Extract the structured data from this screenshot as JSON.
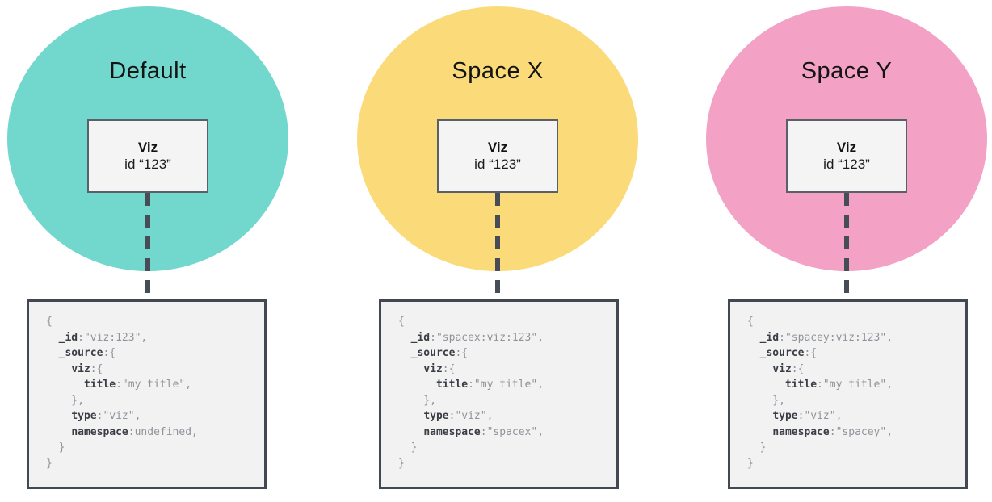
{
  "figure": {
    "description": "Three saved-object spaces diagram",
    "colors": {
      "connector": "#474d57",
      "code_box_border": "#434953",
      "code_box_bg": "#f2f2f3",
      "viz_box_border": "#5a6067",
      "viz_box_bg": "#f4f4f4",
      "code_key": "#3b3e45",
      "code_plain": "#90949a"
    },
    "columns": [
      {
        "title": "Default",
        "circle_color": "#72d7cd",
        "viz_label": "Viz",
        "viz_id": "id “123”",
        "code_lines": [
          "{",
          "  _id:\"viz:123\",",
          "  _source:{",
          "    viz:{",
          "      title:\"my title\",",
          "    },",
          "    type:\"viz\",",
          "    namespace:undefined,",
          "  }",
          "}"
        ]
      },
      {
        "title": "Space X",
        "circle_color": "#fbda79",
        "viz_label": "Viz",
        "viz_id": "id “123”",
        "code_lines": [
          "{",
          "  _id:\"spacex:viz:123\",",
          "  _source:{",
          "    viz:{",
          "      title:\"my title\",",
          "    },",
          "    type:\"viz\",",
          "    namespace:\"spacex\",",
          "  }",
          "}"
        ]
      },
      {
        "title": "Space Y",
        "circle_color": "#f3a2c6",
        "viz_label": "Viz",
        "viz_id": "id “123”",
        "code_lines": [
          "{",
          "  _id:\"spacey:viz:123\",",
          "  _source:{",
          "    viz:{",
          "      title:\"my title\",",
          "    },",
          "    type:\"viz\",",
          "    namespace:\"spacey\",",
          "  }",
          "}"
        ]
      }
    ]
  }
}
